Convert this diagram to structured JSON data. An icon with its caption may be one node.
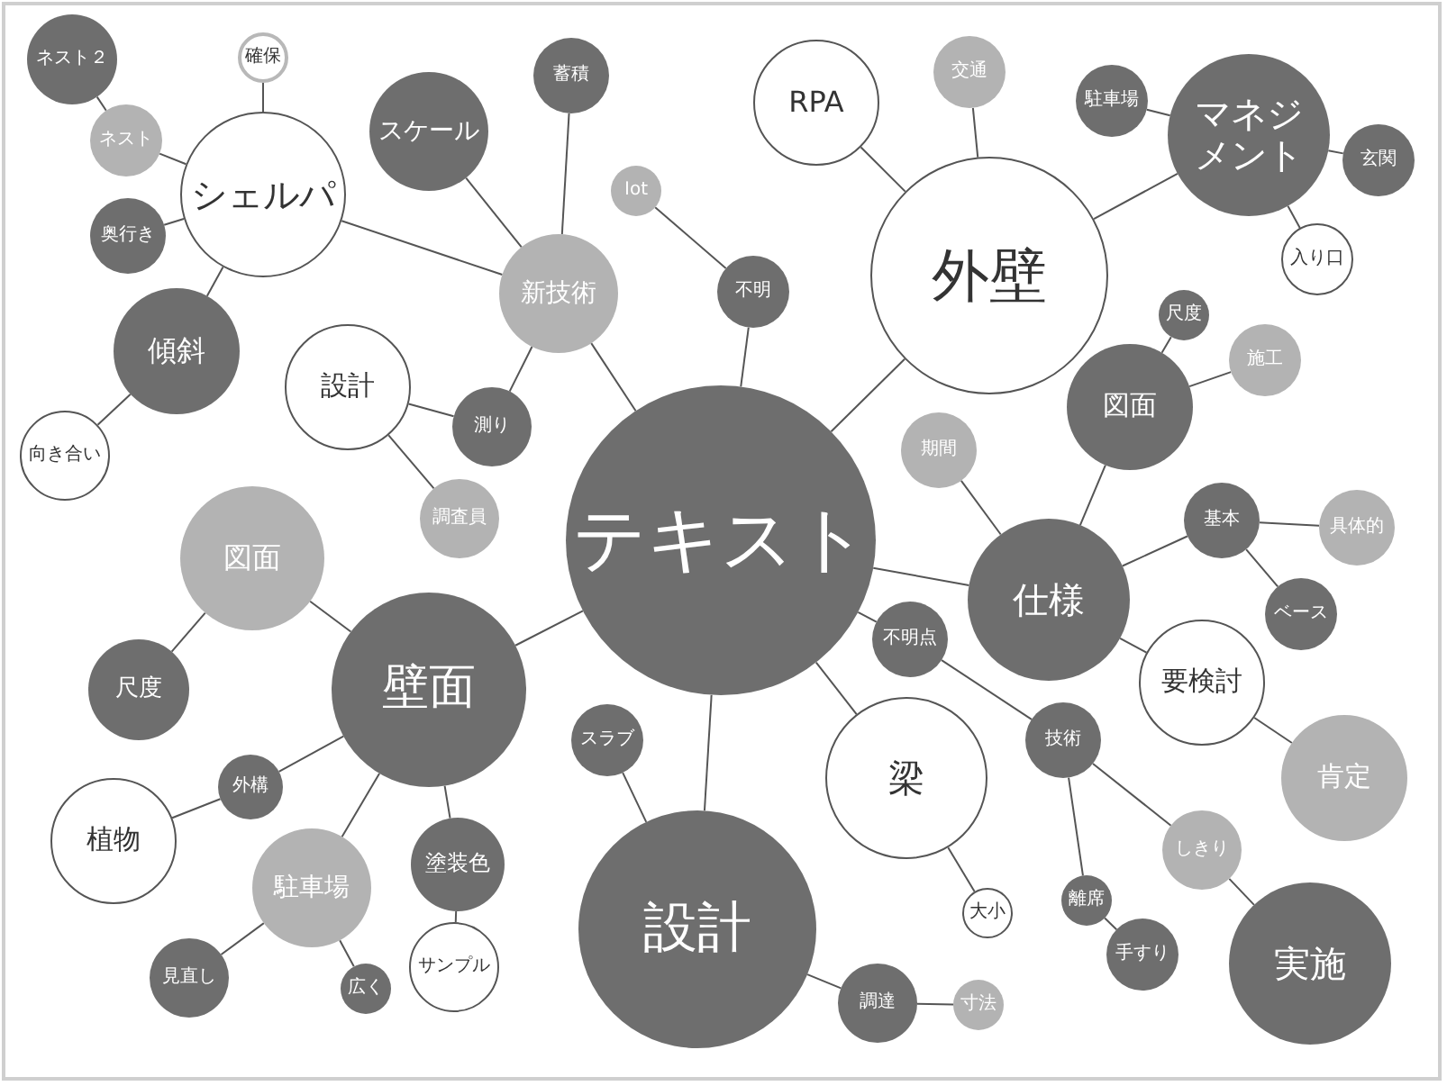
{
  "diagram": {
    "nodes": [
      {
        "text": [
          "テキスト"
        ]
      },
      {
        "text": [
          "外壁"
        ]
      },
      {
        "text": [
          "壁面"
        ]
      },
      {
        "text": [
          "設計"
        ]
      },
      {
        "text": [
          "仕様"
        ]
      },
      {
        "text": [
          "シェルパ"
        ]
      },
      {
        "text": [
          "新技術"
        ]
      },
      {
        "text": [
          "スケール"
        ]
      },
      {
        "text": [
          "蓄積"
        ]
      },
      {
        "text": [
          "Iot"
        ]
      },
      {
        "text": [
          "不明"
        ]
      },
      {
        "text": [
          "確保"
        ]
      },
      {
        "text": [
          "ネスト２"
        ]
      },
      {
        "text": [
          "ネスト"
        ]
      },
      {
        "text": [
          "奥行き"
        ]
      },
      {
        "text": [
          "傾斜"
        ]
      },
      {
        "text": [
          "向き合い"
        ]
      },
      {
        "text": [
          "設計"
        ]
      },
      {
        "text": [
          "測り"
        ]
      },
      {
        "text": [
          "調査員"
        ]
      },
      {
        "text": [
          "RPA"
        ]
      },
      {
        "text": [
          "交通"
        ]
      },
      {
        "text": [
          "マネジメント"
        ]
      },
      {
        "text": [
          "駐車場"
        ]
      },
      {
        "text": [
          "玄関"
        ]
      },
      {
        "text": [
          "入り口"
        ]
      },
      {
        "text": [
          "図面"
        ]
      },
      {
        "text": [
          "尺度"
        ]
      },
      {
        "text": [
          "施工"
        ]
      },
      {
        "text": [
          "期間"
        ]
      },
      {
        "text": [
          "基本"
        ]
      },
      {
        "text": [
          "具体的"
        ]
      },
      {
        "text": [
          "ベース"
        ]
      },
      {
        "text": [
          "要検討"
        ]
      },
      {
        "text": [
          "肯定"
        ]
      },
      {
        "text": [
          "不明点"
        ]
      },
      {
        "text": [
          "技術"
        ]
      },
      {
        "text": [
          "梁"
        ]
      },
      {
        "text": [
          "大小"
        ]
      },
      {
        "text": [
          "しきり"
        ]
      },
      {
        "text": [
          "実施"
        ]
      },
      {
        "text": [
          "離席"
        ]
      },
      {
        "text": [
          "手すり"
        ]
      },
      {
        "text": [
          "スラブ"
        ]
      },
      {
        "text": [
          "調達"
        ]
      },
      {
        "text": [
          "寸法"
        ]
      },
      {
        "text": [
          "図面"
        ]
      },
      {
        "text": [
          "尺度"
        ]
      },
      {
        "text": [
          "外構"
        ]
      },
      {
        "text": [
          "植物"
        ]
      },
      {
        "text": [
          "駐車場"
        ]
      },
      {
        "text": [
          "塗装色"
        ]
      },
      {
        "text": [
          "サンプル"
        ]
      },
      {
        "text": [
          "見直し"
        ]
      },
      {
        "text": [
          "広く"
        ]
      }
    ],
    "edges": [
      {
        "from": 0,
        "to": 1,
        "arrow": "none"
      },
      {
        "from": 0,
        "to": 6,
        "arrow": "none"
      },
      {
        "from": 0,
        "to": 10,
        "arrow": "none"
      },
      {
        "from": 0,
        "to": 2,
        "arrow": "none"
      },
      {
        "from": 0,
        "to": 3,
        "arrow": "none"
      },
      {
        "from": 0,
        "to": 4,
        "arrow": "none"
      },
      {
        "from": 0,
        "to": 35,
        "arrow": "none"
      },
      {
        "from": 0,
        "to": 37,
        "arrow": "none"
      },
      {
        "from": 6,
        "to": 7,
        "arrow": "none"
      },
      {
        "from": 6,
        "to": 8,
        "arrow": "none"
      },
      {
        "from": 6,
        "to": 5,
        "arrow": "none"
      },
      {
        "from": 6,
        "to": 18,
        "arrow": "none"
      },
      {
        "from": 10,
        "to": 9,
        "arrow": "none"
      },
      {
        "from": 5,
        "to": 11,
        "arrow": "none"
      },
      {
        "from": 5,
        "to": 13,
        "arrow": "none"
      },
      {
        "from": 13,
        "to": 12,
        "arrow": "none"
      },
      {
        "from": 5,
        "to": 14,
        "arrow": "none"
      },
      {
        "from": 5,
        "to": 15,
        "arrow": "none"
      },
      {
        "from": 15,
        "to": 16,
        "arrow": "none"
      },
      {
        "from": 17,
        "to": 18,
        "arrow": "none"
      },
      {
        "from": 17,
        "to": 19,
        "arrow": "none"
      },
      {
        "from": 1,
        "to": 20,
        "arrow": "none"
      },
      {
        "from": 1,
        "to": 21,
        "arrow": "none"
      },
      {
        "from": 1,
        "to": 22,
        "arrow": "none"
      },
      {
        "from": 22,
        "to": 23,
        "arrow": "none"
      },
      {
        "from": 22,
        "to": 24,
        "arrow": "none"
      },
      {
        "from": 22,
        "to": 25,
        "arrow": "none"
      },
      {
        "from": 4,
        "to": 26,
        "arrow": "none"
      },
      {
        "from": 26,
        "to": 27,
        "arrow": "none"
      },
      {
        "from": 26,
        "to": 28,
        "arrow": "none"
      },
      {
        "from": 4,
        "to": 29,
        "arrow": "none"
      },
      {
        "from": 4,
        "to": 30,
        "arrow": "none"
      },
      {
        "from": 30,
        "to": 31,
        "arrow": "none"
      },
      {
        "from": 30,
        "to": 32,
        "arrow": "none"
      },
      {
        "from": 4,
        "to": 33,
        "arrow": "none"
      },
      {
        "from": 33,
        "to": 34,
        "arrow": "none"
      },
      {
        "from": 35,
        "to": 36,
        "arrow": "none"
      },
      {
        "from": 36,
        "to": 39,
        "arrow": "none"
      },
      {
        "from": 39,
        "to": 40,
        "arrow": "none"
      },
      {
        "from": 36,
        "to": 41,
        "arrow": "none"
      },
      {
        "from": 41,
        "to": 42,
        "arrow": "none"
      },
      {
        "from": 37,
        "to": 38,
        "arrow": "none"
      },
      {
        "from": 3,
        "to": 43,
        "arrow": "none"
      },
      {
        "from": 3,
        "to": 44,
        "arrow": "none"
      },
      {
        "from": 44,
        "to": 45,
        "arrow": "none"
      },
      {
        "from": 2,
        "to": 46,
        "arrow": "none"
      },
      {
        "from": 46,
        "to": 47,
        "arrow": "none"
      },
      {
        "from": 2,
        "to": 48,
        "arrow": "none"
      },
      {
        "from": 48,
        "to": 49,
        "arrow": "none"
      },
      {
        "from": 2,
        "to": 50,
        "arrow": "none"
      },
      {
        "from": 50,
        "to": 53,
        "arrow": "none"
      },
      {
        "from": 50,
        "to": 54,
        "arrow": "none"
      },
      {
        "from": 2,
        "to": 51,
        "arrow": "none"
      },
      {
        "from": 51,
        "to": 52,
        "arrow": "none"
      }
    ]
  }
}
